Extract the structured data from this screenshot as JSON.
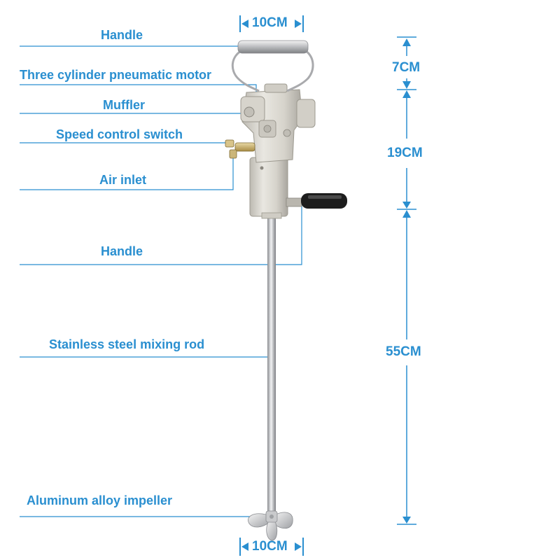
{
  "accent_color": "#2a8fd0",
  "labels": {
    "handle_top": "Handle",
    "motor": "Three cylinder pneumatic motor",
    "muffler": "Muffler",
    "speed_switch": "Speed control switch",
    "air_inlet": "Air inlet",
    "handle_side": "Handle",
    "rod": "Stainless steel mixing rod",
    "impeller": "Aluminum alloy impeller"
  },
  "dimensions": {
    "top_width": "10CM",
    "bottom_width": "10CM",
    "handle_height": "7CM",
    "motor_height": "19CM",
    "rod_length": "55CM"
  },
  "icons": [
    "pneumatic-mixer-illustration"
  ]
}
